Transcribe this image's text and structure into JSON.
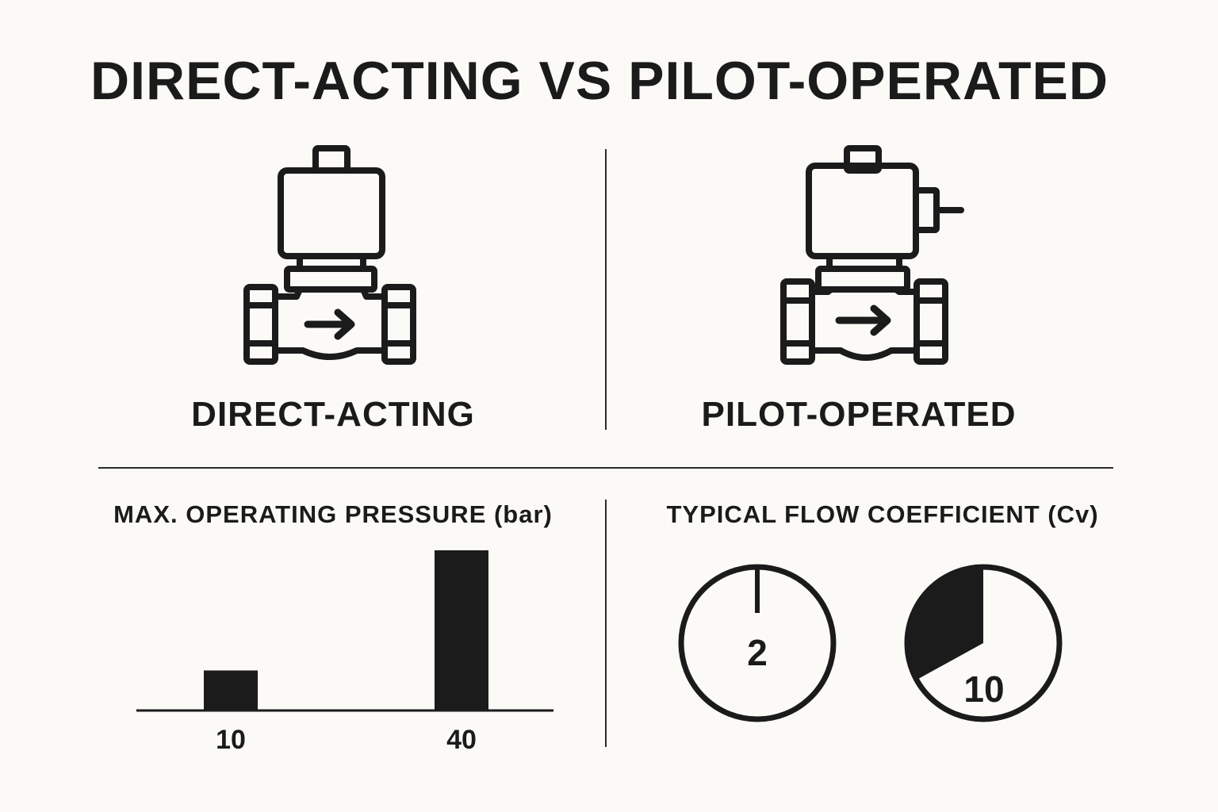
{
  "title": "DIRECT-ACTING VS PILOT-OPERATED",
  "left_panel": {
    "icon": "solenoid-valve-icon",
    "label": "DIRECT-ACTING"
  },
  "right_panel": {
    "icon": "solenoid-valve-with-connector-icon",
    "label": "PILOT-OPERATED"
  },
  "chart_data": [
    {
      "type": "bar",
      "title": "MAX. OPERATING PRESSURE (bar)",
      "categories": [
        "10",
        "40"
      ],
      "values": [
        10,
        40
      ],
      "xlabel": "",
      "ylabel": "",
      "grid": false,
      "legend": "none"
    },
    {
      "type": "pie",
      "title": "TYPICAL FLOW COEFFICIENT (Cv)",
      "gauges": [
        {
          "label": "2",
          "value": 2,
          "fraction": 0.0
        },
        {
          "label": "10",
          "value": 10,
          "fraction": 0.33
        }
      ],
      "grid": false,
      "legend": "none"
    }
  ]
}
